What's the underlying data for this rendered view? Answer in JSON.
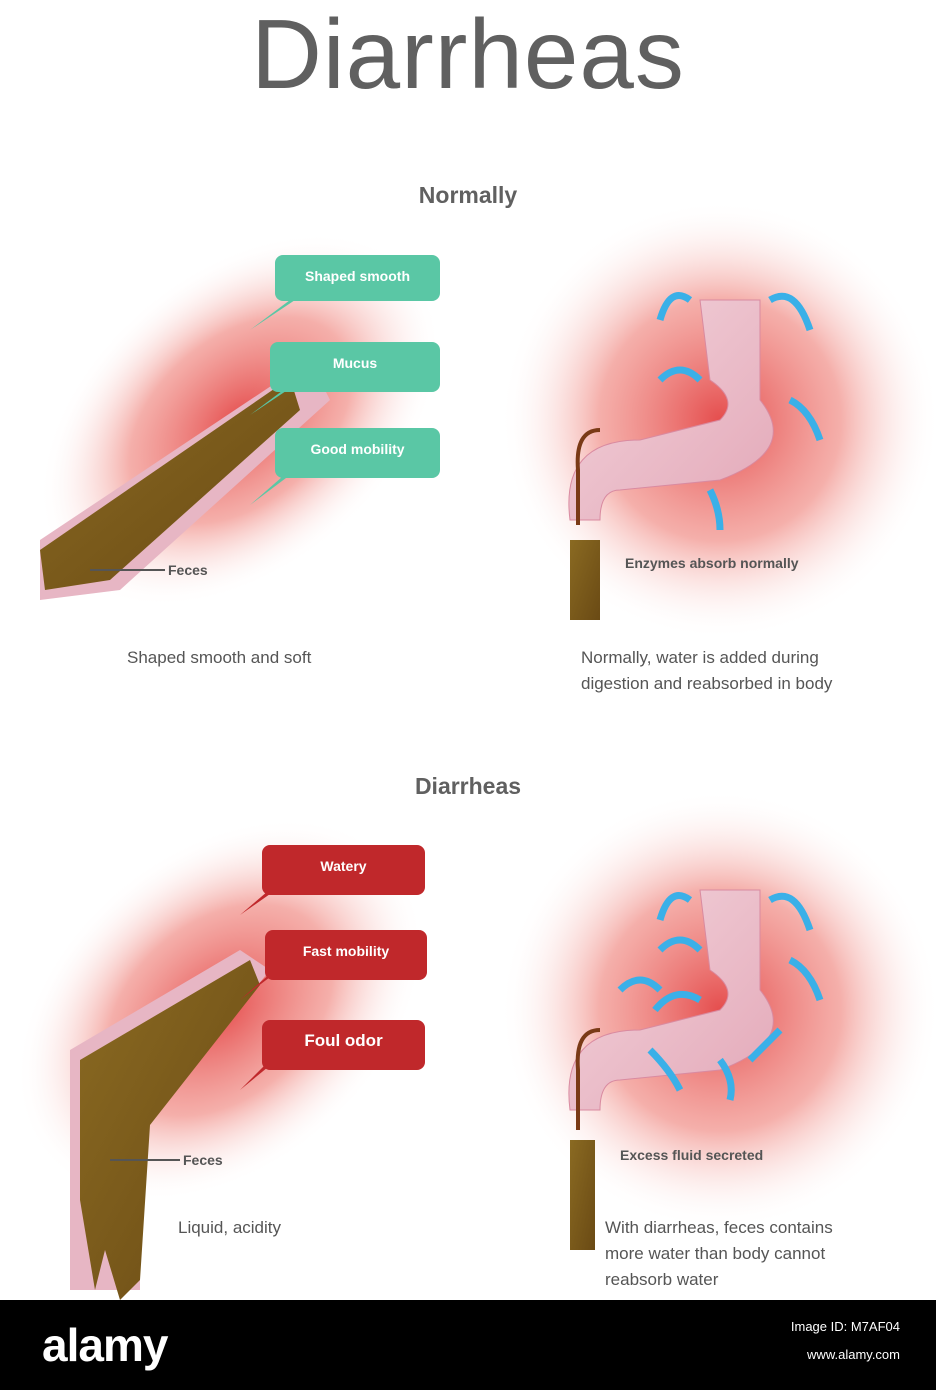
{
  "title": "Diarrheas",
  "sections": {
    "normal": {
      "heading": "Normally",
      "left": {
        "bubbles": [
          "Shaped smooth",
          "Mucus",
          "Good mobility"
        ],
        "pointer_label": "Feces",
        "caption": "Shaped smooth and soft"
      },
      "right": {
        "label": "Enzymes absorb normally",
        "caption_line1": "Normally, water is added during",
        "caption_line2": "digestion and reabsorbed in body"
      }
    },
    "diarrhea": {
      "heading": "Diarrheas",
      "left": {
        "bubbles": [
          "Watery",
          "Fast mobility",
          "Foul odor"
        ],
        "pointer_label": "Feces",
        "caption": "Liquid, acidity"
      },
      "right": {
        "label": "Excess fluid secreted",
        "caption_line1": "With diarrheas, feces contains",
        "caption_line2": "more water than body cannot",
        "caption_line3": "reabsorb water"
      }
    }
  },
  "footer": {
    "logo": "alamy",
    "image_id": "Image ID: M7AF04",
    "url": "www.alamy.com"
  },
  "colors": {
    "green_bubble": "#5ac7a5",
    "red_bubble": "#c0282b",
    "feces": "#7a5a1e",
    "glow": "#e85050",
    "water_arrow": "#3ab0e8"
  }
}
